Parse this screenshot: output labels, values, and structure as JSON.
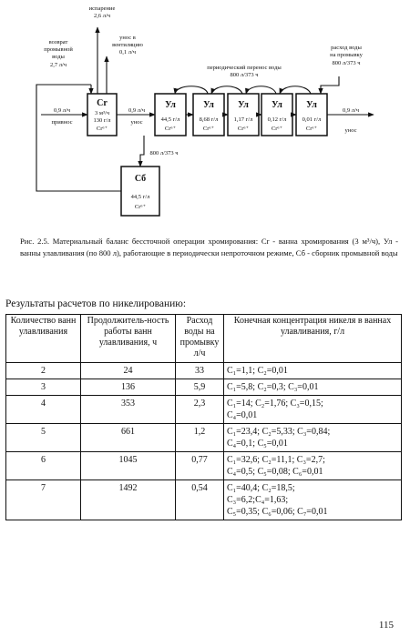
{
  "diagram": {
    "evaporation": [
      "испарение",
      "2,6 л/ч"
    ],
    "return_water": [
      "возврат",
      "промывной",
      "воды",
      "2,7 л/ч"
    ],
    "carryover_vent": [
      "унос в",
      "вентиляцию",
      "0,1 л/ч"
    ],
    "periodic_transfer": [
      "периодический перенос воды",
      "800 л/373 ч"
    ],
    "wash_water": [
      "расход воды",
      "на промывку",
      "800 л/373 ч"
    ],
    "dragin_label": [
      "0,9 л/ч",
      "привнос"
    ],
    "cr_to_ul_label": [
      "0,9 л/ч",
      "унос"
    ],
    "exit_label": [
      "0,9 л/ч",
      "унос"
    ],
    "to_collector_label": "800 л/373 ч",
    "cr_tank": {
      "name": "Cr",
      "lines": [
        "3 м³/ч",
        "130 г/л",
        "Cr⁶⁺"
      ]
    },
    "rinse_tanks": [
      {
        "name": "Ул",
        "lines": [
          "44,5 г/л",
          "Cr⁶⁺"
        ]
      },
      {
        "name": "Ул",
        "lines": [
          "8,68 г/л",
          "Cr⁶⁺"
        ]
      },
      {
        "name": "Ул",
        "lines": [
          "1,17 г/л",
          "Cr⁶⁺"
        ]
      },
      {
        "name": "Ул",
        "lines": [
          "0,12 г/л",
          "Cr⁶⁺"
        ]
      },
      {
        "name": "Ул",
        "lines": [
          "0,01 г/л",
          "Cr⁶⁺"
        ]
      }
    ],
    "collector": {
      "name": "Сб",
      "lines": [
        "44,5 г/л",
        "Cr⁶⁺"
      ]
    }
  },
  "caption": "Рис. 2.5. Материальный баланс бессточной операции хромирования: Cr - ванна хромирования (3 м³/ч), Ул - ванны улавливания (по 800 л), работающие в периодически непроточном режиме, Сб - сборник промывной воды",
  "results": {
    "title": "Результаты расчетов по никелированию:",
    "headers": [
      "Количество ванн улавливания",
      "Продолжитель-ность работы ванн улавливания, ч",
      "Расход воды на промывку л/ч",
      "Конечная концентрация никеля в ваннах улавливания, г/л"
    ],
    "rows": [
      {
        "count": "2",
        "duration": "24",
        "flow": "33",
        "conc": [
          "C₁=1,1; C₂=0,01"
        ]
      },
      {
        "count": "3",
        "duration": "136",
        "flow": "5,9",
        "conc": [
          "C₁=5,8; C₂=0,3; C₃=0,01"
        ]
      },
      {
        "count": "4",
        "duration": "353",
        "flow": "2,3",
        "conc": [
          "C₁=14; C₂=1,76; C₃=0,15;",
          "C₄=0,01"
        ]
      },
      {
        "count": "5",
        "duration": "661",
        "flow": "1,2",
        "conc": [
          "C₁=23,4; C₂=5,33; C₃=0,84;",
          "C₄=0,1; C₅=0,01"
        ]
      },
      {
        "count": "6",
        "duration": "1045",
        "flow": "0,77",
        "conc": [
          "C₁=32,6; C₂=11,1; C₃=2,7;",
          "C₄=0,5; C₅=0,08; C₆=0,01"
        ]
      },
      {
        "count": "7",
        "duration": "1492",
        "flow": "0,54",
        "conc": [
          "C₁=40,4; C₂=18,5;",
          "C₃=6,2;C₄=1,63;",
          "C₅=0,35; C₆=0,06; C₇=0,01"
        ]
      }
    ]
  },
  "page_number": "115"
}
